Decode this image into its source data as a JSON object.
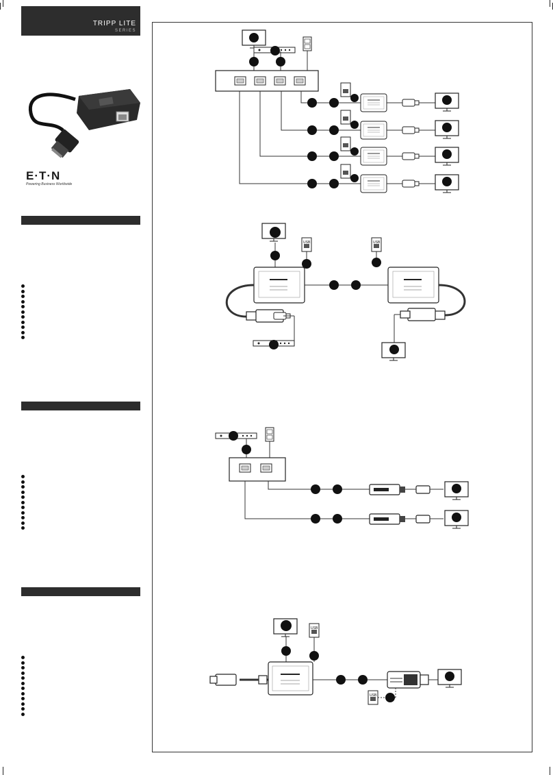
{
  "brand": {
    "name": "TRIPP LITE",
    "series": "SERIES"
  },
  "logo": {
    "text": "E·T·N",
    "tagline": "Powering Business Worldwide"
  },
  "device_labels": {
    "usb": "USB"
  }
}
